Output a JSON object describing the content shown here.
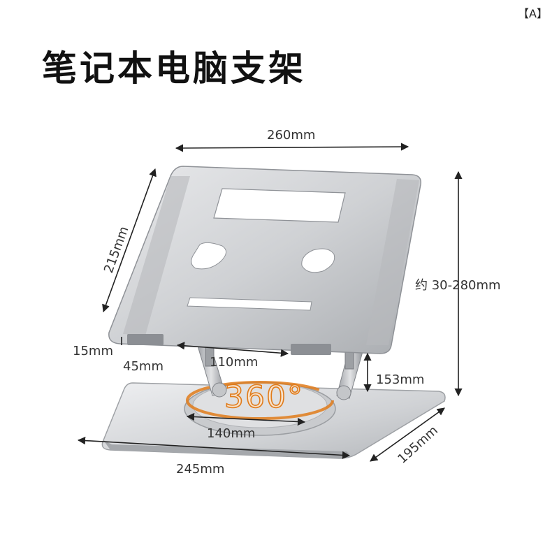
{
  "corner_tag": "【A】",
  "title": "笔记本电脑支架",
  "dimensions": {
    "top_width": "260mm",
    "tray_depth": "215mm",
    "height_range": "约 30-280mm",
    "lip_height": "15mm",
    "lip_width": "45mm",
    "slot_span": "110mm",
    "hinge_height": "153mm",
    "base_width": "245mm",
    "base_depth": "195mm",
    "turntable_diameter": "140mm"
  },
  "rotation_label": "360°",
  "colors": {
    "aluminum_light": "#dcdde0",
    "aluminum_mid": "#b5b7bb",
    "aluminum_dark": "#8d9095",
    "accent_orange": "#e07b1a"
  }
}
